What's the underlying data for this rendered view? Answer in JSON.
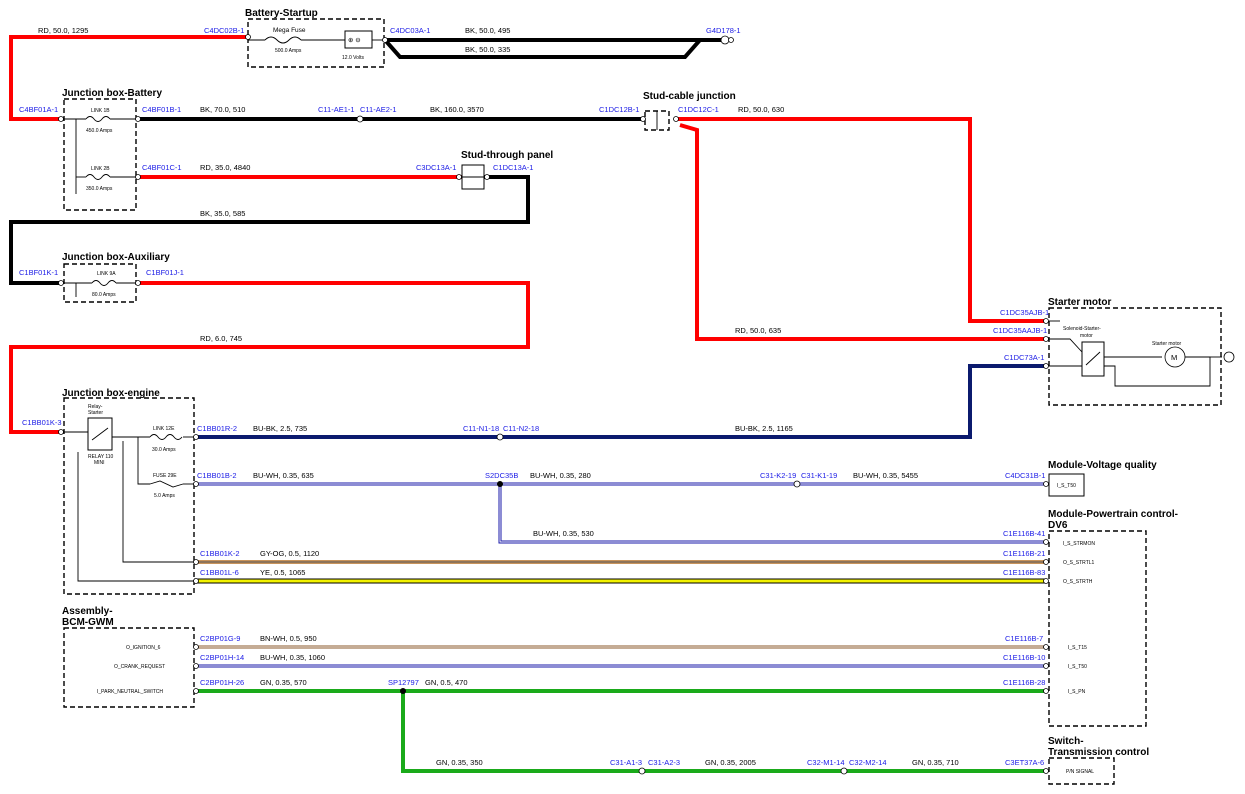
{
  "components": {
    "battery_startup": {
      "title": "Battery-Startup",
      "fuse_name": "Mega Fuse",
      "fuse_rating": "500.0 Amps",
      "battery_voltage": "12.0 Volts"
    },
    "jb_battery": {
      "title": "Junction box-Battery",
      "link1_name": "LINK 1B",
      "link1_rating": "450.0 Amps",
      "link2_name": "LINK 2B",
      "link2_rating": "350.0 Amps"
    },
    "stud_cable": {
      "title": "Stud-cable junction"
    },
    "stud_through": {
      "title": "Stud-through panel"
    },
    "jb_aux": {
      "title": "Junction box-Auxiliary",
      "link_name": "LINK 9A",
      "link_rating": "80.0 Amps"
    },
    "jb_engine": {
      "title": "Junction box-engine",
      "relay_name": "Relay-\nStarter",
      "relay_note": "RELAY 110\nMINI",
      "link_name": "LINK 12E",
      "link_rating": "30.0 Amps",
      "fuse_name": "FUSE 29E",
      "fuse_rating": "5.0 Amps"
    },
    "starter_motor": {
      "title": "Starter motor",
      "solenoid": "Solenoid-Starter-\nmotor",
      "motor": "Starter motor",
      "motor_symbol": "M"
    },
    "mod_voltage": {
      "title": "Module-Voltage quality",
      "pin_label": "I_S_T50"
    },
    "mod_pcm": {
      "title": "Module-Powertrain control-\nDV6",
      "pins": [
        "I_S_STRMON",
        "O_S_STRTL1",
        "O_S_STRTH",
        "I_S_T15",
        "I_S_T50",
        "I_S_PN"
      ]
    },
    "bcm": {
      "title": "Assembly-\nBCM-GWM",
      "pins": [
        "O_IGNITION_6",
        "O_CRANK_REQUEST",
        "I_PARK_NEUTRAL_SWITCH"
      ]
    },
    "switch_trans": {
      "title": "Switch-\nTransmission control",
      "pin_label": "P/N SIGNAL"
    }
  },
  "connectors": {
    "c4dc02b": "C4DC02B-1",
    "c4dc03a": "C4DC03A-1",
    "g4d178": "G4D178-1",
    "c4bf01a": "C4BF01A-1",
    "c4bf01b": "C4BF01B-1",
    "c4bf01c": "C4BF01C-1",
    "c11ae1": "C11-AE1-1",
    "c11ae2": "C11-AE2-1",
    "c1dc12b": "C1DC12B-1",
    "c1dc12c": "C1DC12C-1",
    "c3dc13a": "C3DC13A-1",
    "c1dc13a": "C1DC13A-1",
    "c1bf01k": "C1BF01K-1",
    "c1bf01j": "C1BF01J-1",
    "c1bb01k3": "C1BB01K-3",
    "c1bb01r2": "C1BB01R-2",
    "c11n118": "C11-N1-18",
    "c11n218": "C11-N2-18",
    "c1dc35ajb": "C1DC35AJB-1",
    "c1dc35aajb": "C1DC35AAJB-1",
    "c1dc73a": "C1DC73A-1",
    "c1bb01b2": "C1BB01B-2",
    "s2dc35b": "S2DC35B",
    "c31k219": "C31-K2-19",
    "c31k119": "C31-K1-19",
    "c4dc31b": "C4DC31B-1",
    "c1e116b41": "C1E116B-41",
    "c1bb01k2": "C1BB01K-2",
    "c1e116b21": "C1E116B-21",
    "c1bb01l6": "C1BB01L-6",
    "c1e116b83": "C1E116B-83",
    "c2bp01g9": "C2BP01G-9",
    "c1e116b7": "C1E116B-7",
    "c2bp01h14": "C2BP01H-14",
    "c1e116b10": "C1E116B-10",
    "c2bp01h26": "C2BP01H-26",
    "sp12797": "SP12797",
    "c1e116b28": "C1E116B-28",
    "c31a13": "C31-A1-3",
    "c31a23": "C31-A2-3",
    "c32m114": "C32-M1-14",
    "c32m214": "C32-M2-14",
    "c3et37a6": "C3ET37A-6"
  },
  "wires": {
    "w1": "RD, 50.0, 1295",
    "w2": "BK, 50.0, 495",
    "w3": "BK, 50.0, 335",
    "w4": "BK, 70.0, 510",
    "w5": "BK, 160.0, 3570",
    "w6": "RD, 50.0, 630",
    "w7": "RD, 35.0, 4840",
    "w8": "BK, 35.0, 585",
    "w9": "RD, 6.0, 745",
    "w10": "RD, 50.0, 635",
    "w11": "BU-BK, 2.5, 735",
    "w12": "BU-BK, 2.5, 1165",
    "w13": "BU-WH, 0.35, 635",
    "w14": "BU-WH, 0.35, 280",
    "w15": "BU-WH, 0.35, 5455",
    "w16": "BU-WH, 0.35, 530",
    "w17": "GY-OG, 0.5, 1120",
    "w18": "YE, 0.5, 1065",
    "w19": "BN-WH, 0.5, 950",
    "w20": "BU-WH, 0.35, 1060",
    "w21": "GN, 0.35, 570",
    "w22": "GN, 0.5, 470",
    "w23": "GN, 0.35, 350",
    "w24": "GN, 0.35, 2005",
    "w25": "GN, 0.35, 710"
  },
  "colors": {
    "red": "#ff0000",
    "black": "#000000",
    "navy": "#0b1a6e",
    "blue_white": "#1a1aa8",
    "gray_orange": "#c8935a",
    "yellow": "#f2f200",
    "brown": "#8b5a2b",
    "green": "#1aaa1a"
  }
}
